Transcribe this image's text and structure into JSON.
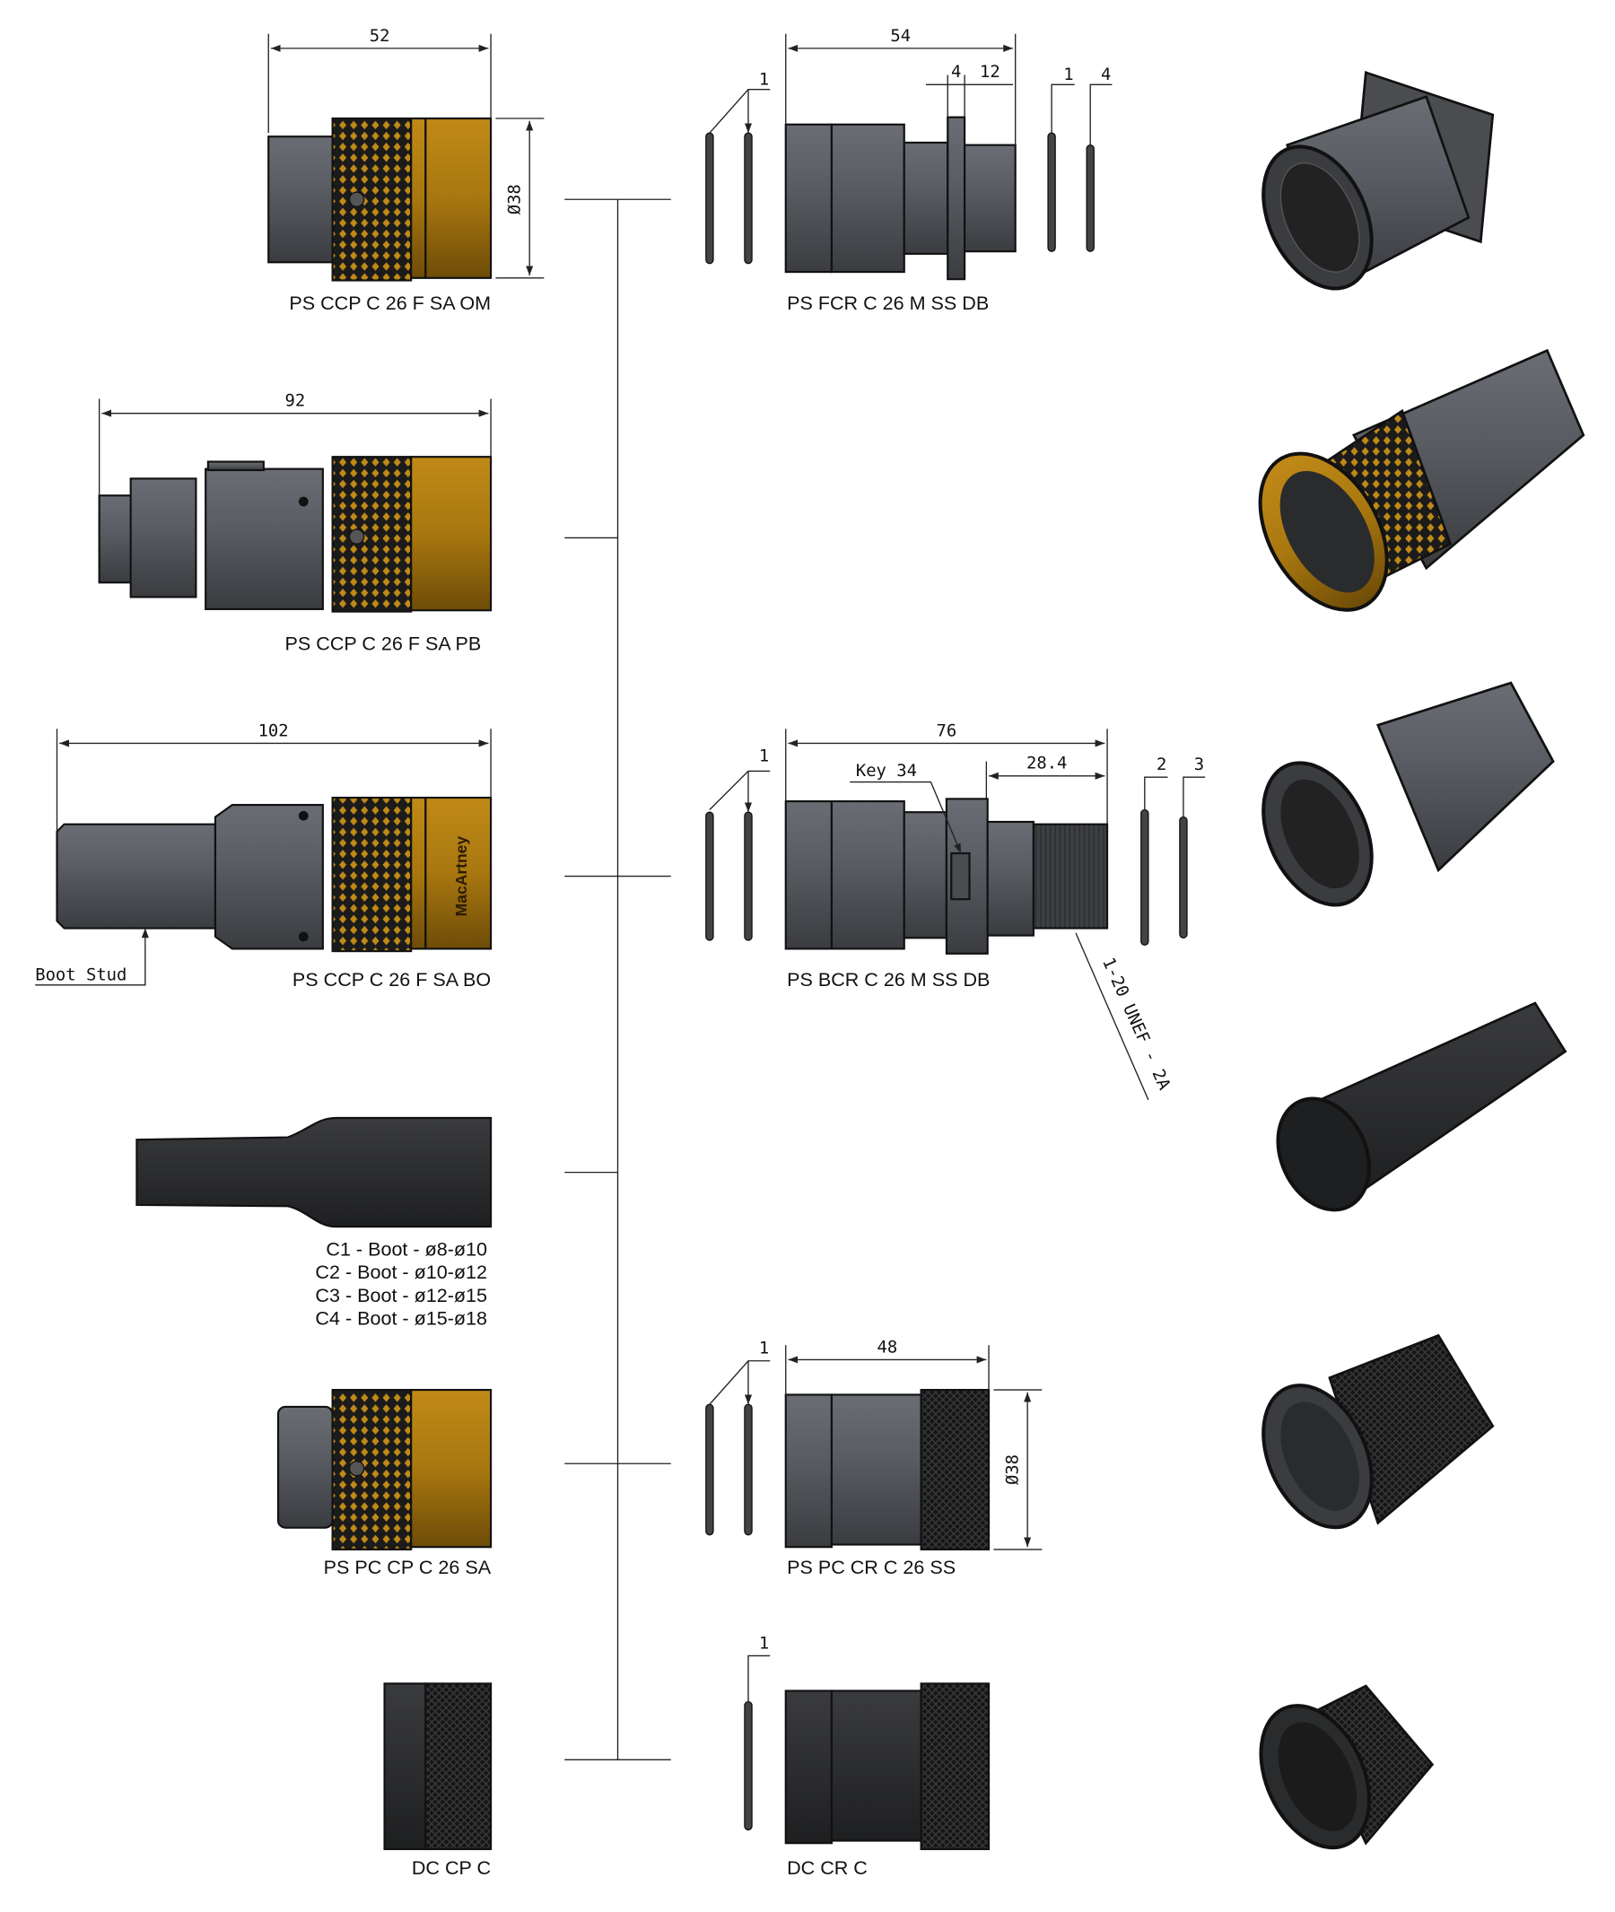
{
  "parts": {
    "ccp_om": {
      "label": "PS CCP C 26 F SA OM",
      "dim_length": "52",
      "dim_dia": "Ø38"
    },
    "fcr": {
      "label": "PS FCR C 26 M SS DB",
      "dim_length": "54",
      "dim_a": "4",
      "dim_b": "12",
      "balloons": [
        "1",
        "1",
        "4"
      ]
    },
    "ccp_pb": {
      "label": "PS CCP C 26 F SA PB",
      "dim_length": "92"
    },
    "ccp_bo": {
      "label": "PS CCP C 26 F SA BO",
      "dim_length": "102",
      "note": "Boot Stud",
      "brand": "MacArtney"
    },
    "bcr": {
      "label": "PS BCR C 26 M SS DB",
      "dim_length": "76",
      "dim_b": "28.4",
      "key": "Key 34",
      "thread": "1-20 UNEF - 2A",
      "balloons": [
        "1",
        "2",
        "3"
      ]
    },
    "boot": {
      "lines": [
        "C1 - Boot - ø8-ø10",
        "C2 - Boot - ø10-ø12",
        "C3 - Boot - ø12-ø15",
        "C4 - Boot - ø15-ø18"
      ]
    },
    "pc_cp": {
      "label": "PS PC CP C 26 SA"
    },
    "pc_cr": {
      "label": "PS PC CR C 26 SS",
      "dim_length": "48",
      "dim_dia": "Ø38",
      "balloons": [
        "1"
      ]
    },
    "dc_cp": {
      "label": "DC CP C"
    },
    "dc_cr": {
      "label": "DC CR C",
      "balloons": [
        "1"
      ]
    }
  },
  "colors": {
    "brass": "#a8770f",
    "metal": "#55585e",
    "black": "#2b2c2e"
  }
}
